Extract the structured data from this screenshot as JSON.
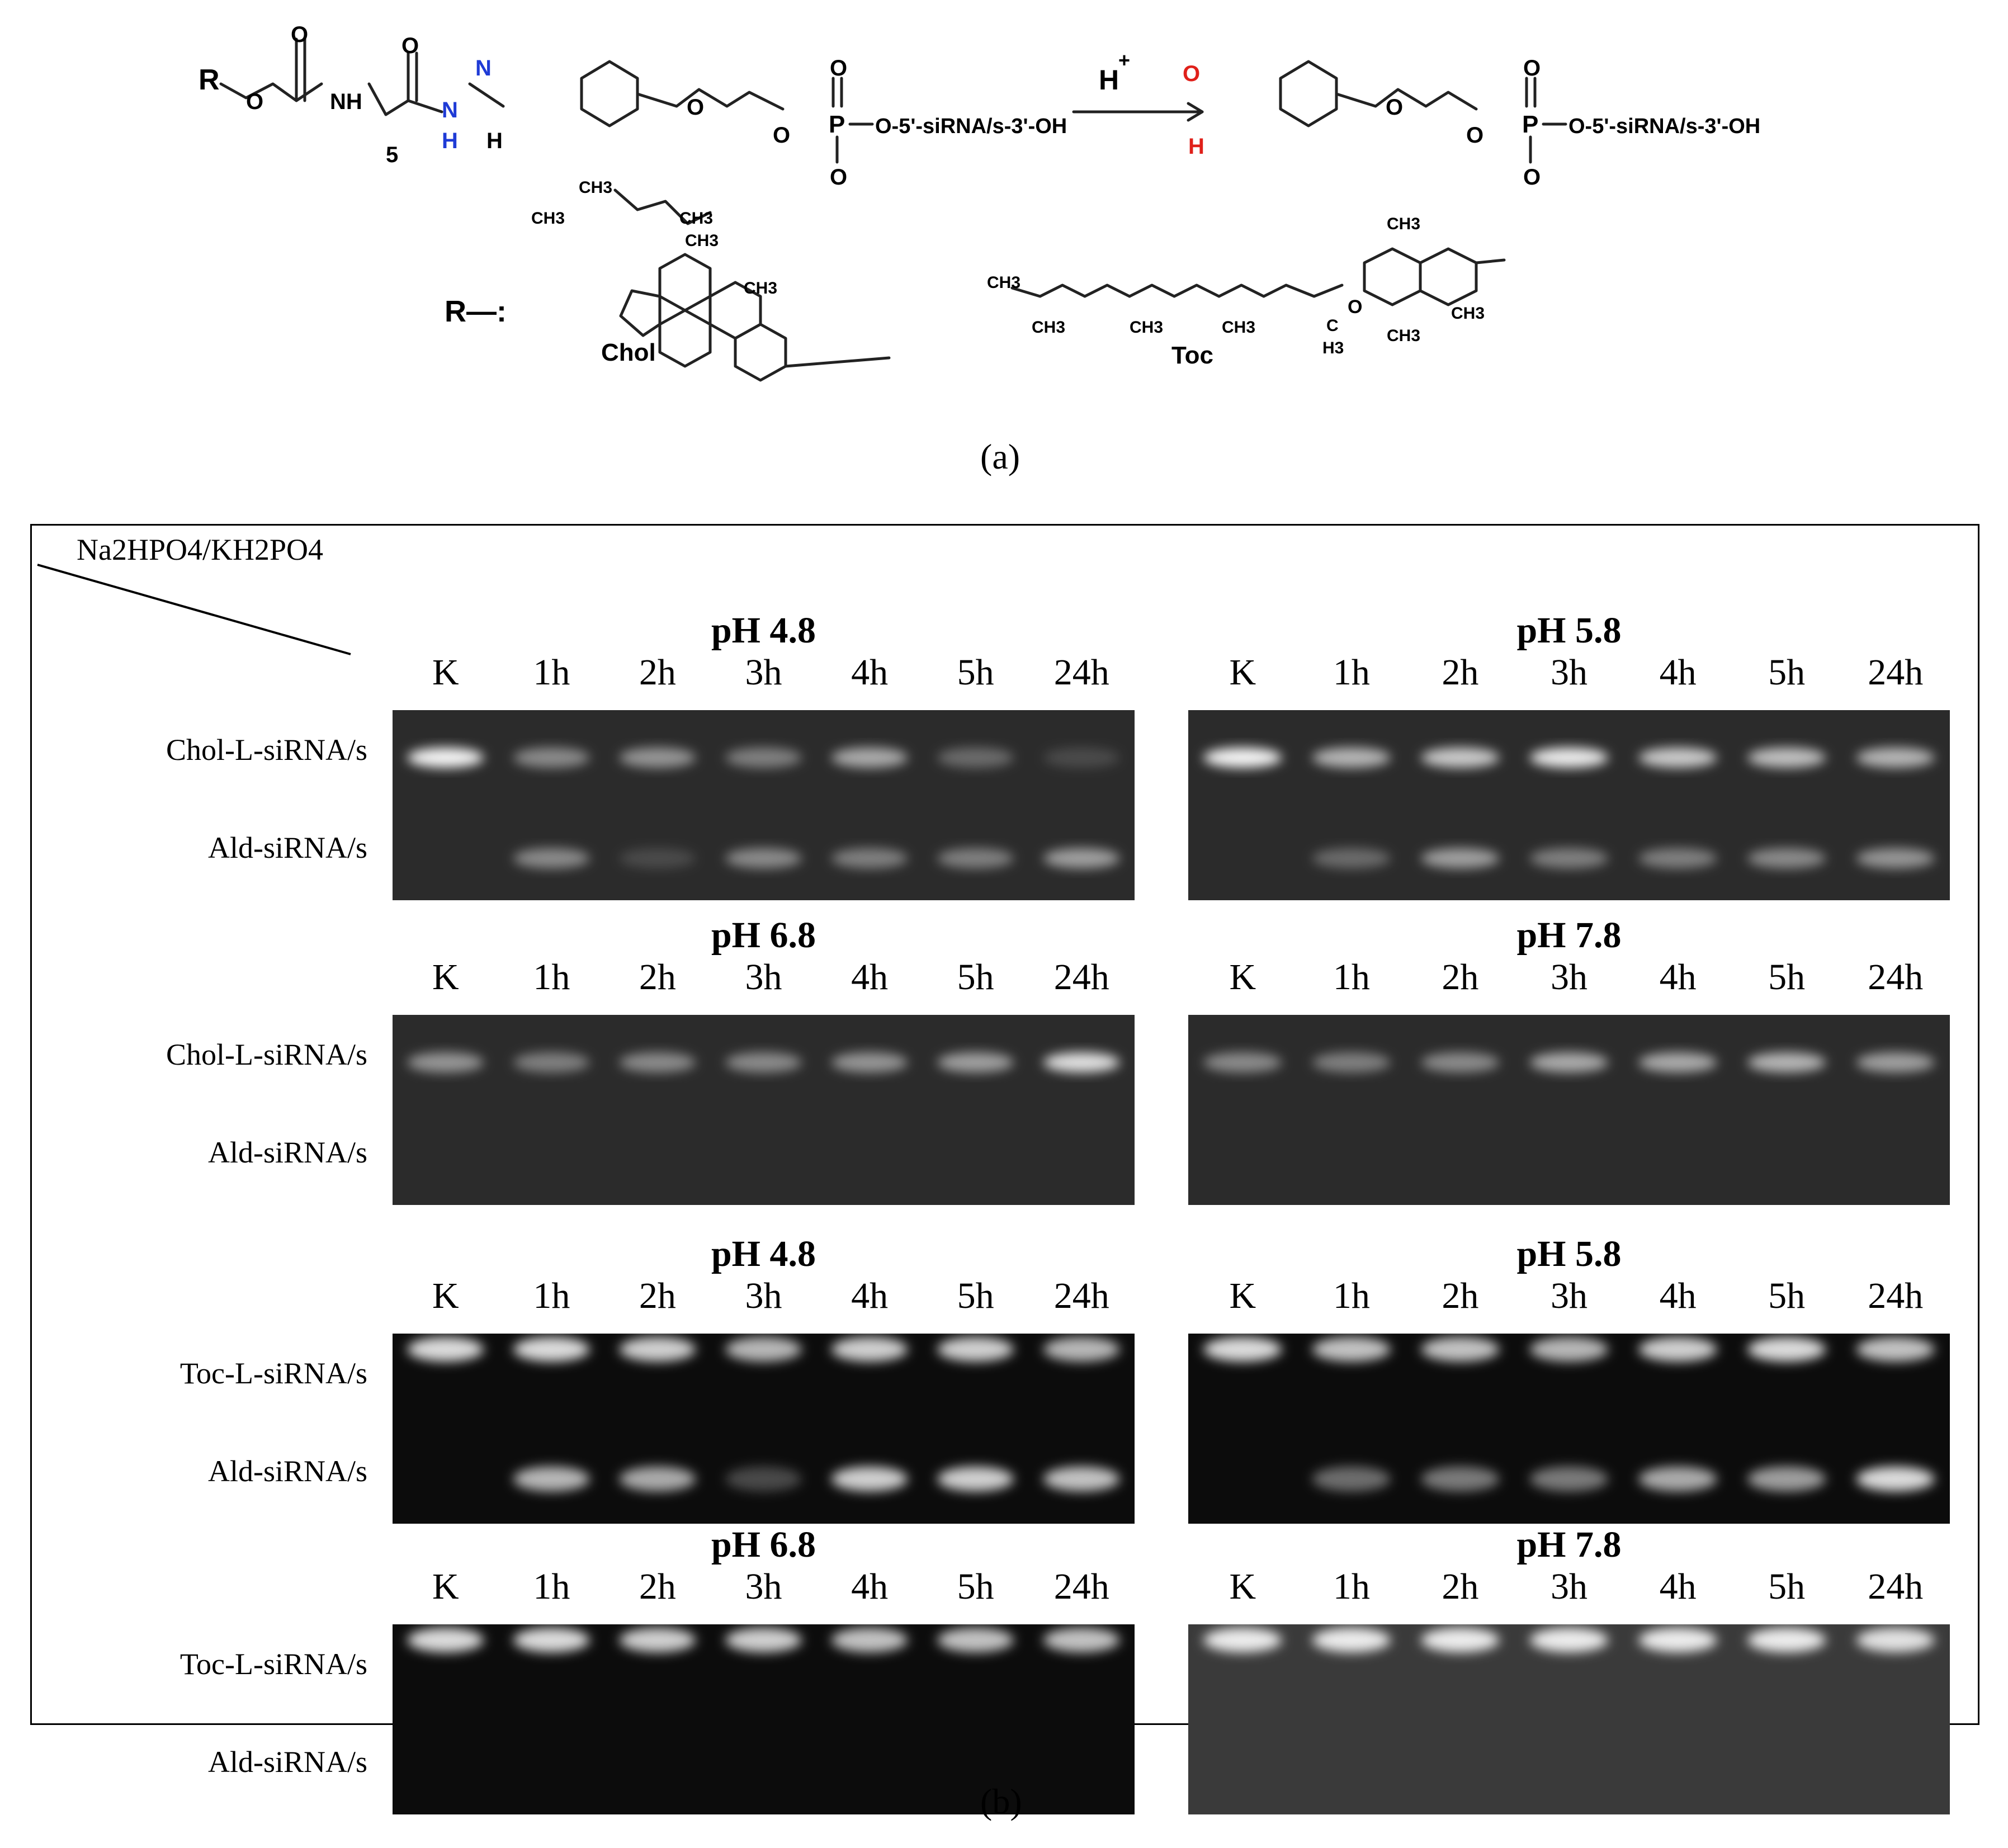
{
  "scheme": {
    "R_label": "R",
    "R_def_label": "R—:",
    "O": "O",
    "NH": "NH",
    "N": "N",
    "H": "H",
    "P": "P",
    "subscript_5": "5",
    "acid": "H",
    "acid_sup": "+",
    "phosphate_tail": "O-5'-siRNA/s-3'-OH",
    "O_minus": "O",
    "chol_label": "Chol",
    "toc_label": "Toc",
    "ch3": "CH3",
    "c": "C",
    "h3": "H3",
    "colors": {
      "hydrazone_N": "#1f3bd6",
      "hydrazone_C": "#e0201a",
      "aldehyde": "#e0201a"
    }
  },
  "caption_a": "(a)",
  "caption_b": "(b)",
  "panel_b": {
    "buffer_label": "Na2HPO4/KH2PO4",
    "lanes": [
      "K",
      "1h",
      "2h",
      "3h",
      "4h",
      "5h",
      "24h"
    ],
    "row_labels": {
      "chol_conj": "Chol-L-siRNA/s",
      "toc_conj": "Toc-L-siRNA/s",
      "ald": "Ald-siRNA/s"
    },
    "gels": [
      {
        "title": "pH 4.8",
        "conjugate": "Chol",
        "upper": [
          0.95,
          0.45,
          0.5,
          0.4,
          0.6,
          0.3,
          0.15
        ],
        "lower": [
          0,
          0.45,
          0.15,
          0.45,
          0.4,
          0.4,
          0.55
        ]
      },
      {
        "title": "pH 5.8",
        "conjugate": "Chol",
        "upper": [
          0.95,
          0.65,
          0.75,
          0.9,
          0.75,
          0.7,
          0.65
        ],
        "lower": [
          0,
          0.3,
          0.55,
          0.4,
          0.4,
          0.45,
          0.5
        ]
      },
      {
        "title": "pH 6.8",
        "conjugate": "Chol",
        "upper": [
          0.5,
          0.4,
          0.45,
          0.45,
          0.5,
          0.55,
          0.85
        ],
        "lower": [
          0,
          0,
          0,
          0,
          0,
          0,
          0
        ]
      },
      {
        "title": "pH 7.8",
        "conjugate": "Chol",
        "upper": [
          0.45,
          0.4,
          0.45,
          0.6,
          0.6,
          0.65,
          0.55
        ],
        "lower": [
          0,
          0,
          0,
          0,
          0,
          0,
          0
        ]
      },
      {
        "title": "pH 4.8",
        "conjugate": "Toc",
        "upper": [
          0.85,
          0.85,
          0.8,
          0.7,
          0.8,
          0.8,
          0.7
        ],
        "lower": [
          0,
          0.7,
          0.65,
          0.25,
          0.8,
          0.8,
          0.75
        ]
      },
      {
        "title": "pH 5.8",
        "conjugate": "Toc",
        "upper": [
          0.85,
          0.75,
          0.75,
          0.7,
          0.8,
          0.85,
          0.75
        ],
        "lower": [
          0,
          0.4,
          0.45,
          0.45,
          0.65,
          0.6,
          0.85
        ]
      },
      {
        "title": "pH 6.8",
        "conjugate": "Toc",
        "upper": [
          0.85,
          0.85,
          0.8,
          0.8,
          0.75,
          0.75,
          0.75
        ],
        "lower": [
          0,
          0,
          0,
          0,
          0,
          0,
          0
        ]
      },
      {
        "title": "pH 7.8",
        "conjugate": "Toc",
        "upper": [
          0.9,
          0.9,
          0.9,
          0.9,
          0.9,
          0.9,
          0.85
        ],
        "lower": [
          0,
          0,
          0,
          0,
          0,
          0,
          0
        ]
      }
    ]
  }
}
